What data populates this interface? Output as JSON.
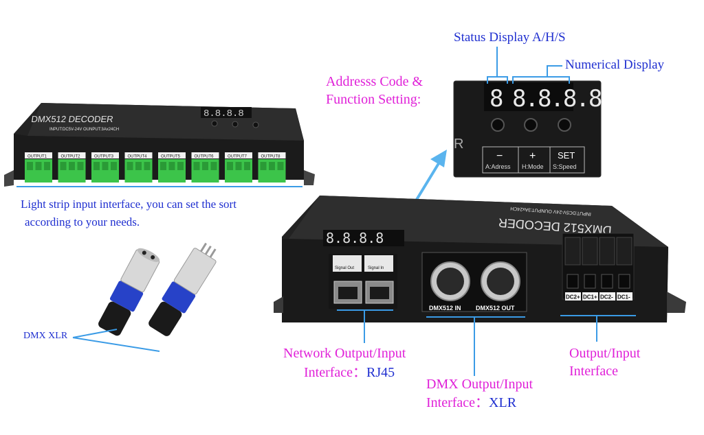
{
  "colors": {
    "blue_label": "#1f2fd0",
    "magenta_label": "#e020d8",
    "leader_line": "#3a9be6",
    "device_body": "#1e1e1e",
    "terminal_green": "#3cc44a",
    "display_red": "#e0e0e0"
  },
  "labels": {
    "status_display": "Status Display A/H/S",
    "numerical_display": "Numerical Display",
    "address_line1": "Addresss Code &",
    "address_line2": "Function Setting:",
    "light_strip_line1": "Light strip input interface, you can set the sort",
    "light_strip_line2": "according to your needs.",
    "dmx_xlr": "DMX XLR",
    "network_line1": "Network Output/Input",
    "network_line2_prefix": "Interface：",
    "network_line2_value": "RJ45",
    "dmx_io_line1": "DMX Output/Input",
    "dmx_io_line2_prefix": "Interface：",
    "dmx_io_line2_value": "XLR",
    "output_line1": "Output/Input",
    "output_line2": "Interface"
  },
  "device": {
    "name": "DMX512 DECODER",
    "spec": "INPUT:DC5V-24V   OUNPUT:3Ax24CH",
    "outputs": [
      "OUTPUT1",
      "OUTPUT2",
      "OUTPUT3",
      "OUTPUT4",
      "OUTPUT5",
      "OUTPUT6",
      "OUTPUT7",
      "OUTPUT8"
    ],
    "display_digits": "8.8.8.8",
    "display_status_digit": "8",
    "btn_minus": "−",
    "btn_plus": "+",
    "btn_set": "SET",
    "btn_a": "A:Adress",
    "btn_h": "H:Mode",
    "btn_s": "S:Speed",
    "rj45_out": "Signal Out",
    "rj45_in": "Signal In",
    "xlr_in": "DMX512 IN",
    "xlr_out": "DMX512 OUT",
    "dc_terminals": [
      "DC2+",
      "DC1+",
      "DC2-",
      "DC1-"
    ]
  }
}
